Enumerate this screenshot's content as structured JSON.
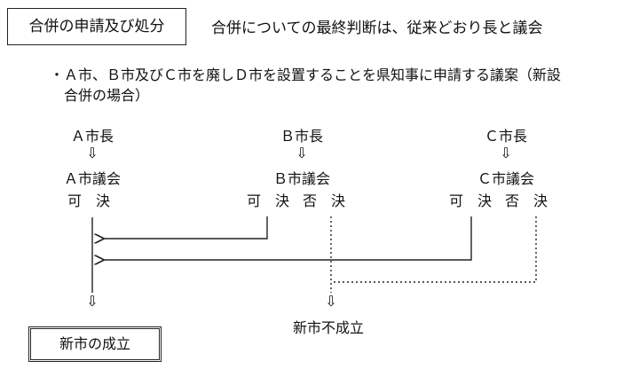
{
  "header": {
    "title": "合併の申請及び処分",
    "headline": "合併についての最終判断は、従来どおり長と議会"
  },
  "bullet": {
    "marker": "・",
    "line1": "Ａ市、Ｂ市及びＣ市を廃しＤ市を設置することを県知事に申請する議案（新設",
    "line2": "合併の場合）"
  },
  "columns": [
    {
      "mayor": "Ａ市長",
      "arrow": "⇩",
      "council": "Ａ市議会",
      "approve": "可　決",
      "reject": ""
    },
    {
      "mayor": "Ｂ市長",
      "arrow": "⇩",
      "council": "Ｂ市議会",
      "approve": "可　決",
      "reject": "否　決"
    },
    {
      "mayor": "Ｃ市長",
      "arrow": "⇩",
      "council": "Ｃ市議会",
      "approve": "可　決",
      "reject": "否　決"
    }
  ],
  "outcomes": {
    "success_arrow": "⇩",
    "success": "新市の成立",
    "fail_arrow": "⇩",
    "fail": "新市不成立"
  }
}
